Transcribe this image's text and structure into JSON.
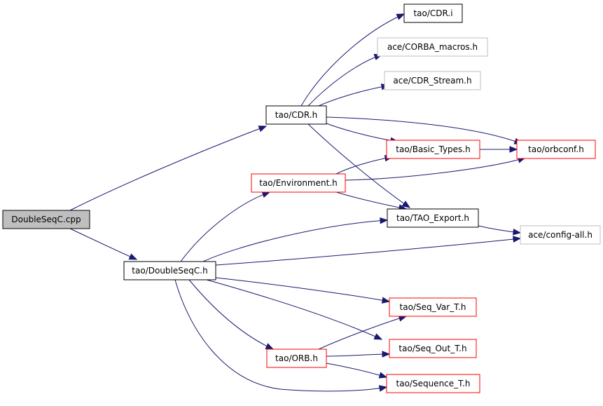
{
  "colors": {
    "edge": "#191970",
    "root_fill": "#bfbfbf",
    "node_fill": "#ffffff",
    "border_default": "#000000",
    "border_red": "#ff0000",
    "border_gray": "#bfbfbf"
  },
  "nodes": [
    {
      "id": "doubleseqc-cpp",
      "label": "DoubleSeqC.cpp",
      "style": "root"
    },
    {
      "id": "tao-doubleseqc-h",
      "label": "tao/DoubleSeqC.h",
      "style": "default"
    },
    {
      "id": "tao-cdr-h",
      "label": "tao/CDR.h",
      "style": "default"
    },
    {
      "id": "tao-cdr-i",
      "label": "tao/CDR.i",
      "style": "default"
    },
    {
      "id": "ace-corba-macros-h",
      "label": "ace/CORBA_macros.h",
      "style": "gray"
    },
    {
      "id": "ace-cdr-stream-h",
      "label": "ace/CDR_Stream.h",
      "style": "gray"
    },
    {
      "id": "tao-basic-types-h",
      "label": "tao/Basic_Types.h",
      "style": "red"
    },
    {
      "id": "tao-orbconf-h",
      "label": "tao/orbconf.h",
      "style": "red"
    },
    {
      "id": "tao-environment-h",
      "label": "tao/Environment.h",
      "style": "red"
    },
    {
      "id": "tao-tao-export-h",
      "label": "tao/TAO_Export.h",
      "style": "default"
    },
    {
      "id": "ace-config-all-h",
      "label": "ace/config-all.h",
      "style": "gray"
    },
    {
      "id": "tao-seq-var-t-h",
      "label": "tao/Seq_Var_T.h",
      "style": "red"
    },
    {
      "id": "tao-orb-h",
      "label": "tao/ORB.h",
      "style": "red"
    },
    {
      "id": "tao-seq-out-t-h",
      "label": "tao/Seq_Out_T.h",
      "style": "red"
    },
    {
      "id": "tao-sequence-t-h",
      "label": "tao/Sequence_T.h",
      "style": "red"
    }
  ],
  "edges": [
    {
      "from": "doubleseqc-cpp",
      "to": "tao-cdr-h"
    },
    {
      "from": "doubleseqc-cpp",
      "to": "tao-doubleseqc-h"
    },
    {
      "from": "tao-cdr-h",
      "to": "tao-cdr-i"
    },
    {
      "from": "tao-cdr-h",
      "to": "ace-corba-macros-h"
    },
    {
      "from": "tao-cdr-h",
      "to": "ace-cdr-stream-h"
    },
    {
      "from": "tao-cdr-h",
      "to": "tao-orbconf-h"
    },
    {
      "from": "tao-cdr-h",
      "to": "tao-basic-types-h"
    },
    {
      "from": "tao-cdr-h",
      "to": "tao-tao-export-h"
    },
    {
      "from": "tao-basic-types-h",
      "to": "tao-orbconf-h"
    },
    {
      "from": "tao-environment-h",
      "to": "tao-basic-types-h"
    },
    {
      "from": "tao-environment-h",
      "to": "tao-orbconf-h"
    },
    {
      "from": "tao-environment-h",
      "to": "tao-tao-export-h"
    },
    {
      "from": "tao-tao-export-h",
      "to": "ace-config-all-h"
    },
    {
      "from": "tao-doubleseqc-h",
      "to": "tao-environment-h"
    },
    {
      "from": "tao-doubleseqc-h",
      "to": "tao-tao-export-h"
    },
    {
      "from": "tao-doubleseqc-h",
      "to": "ace-config-all-h"
    },
    {
      "from": "tao-doubleseqc-h",
      "to": "tao-seq-var-t-h"
    },
    {
      "from": "tao-doubleseqc-h",
      "to": "tao-seq-out-t-h"
    },
    {
      "from": "tao-doubleseqc-h",
      "to": "tao-orb-h"
    },
    {
      "from": "tao-doubleseqc-h",
      "to": "tao-sequence-t-h"
    },
    {
      "from": "tao-orb-h",
      "to": "tao-seq-var-t-h"
    },
    {
      "from": "tao-orb-h",
      "to": "tao-seq-out-t-h"
    },
    {
      "from": "tao-orb-h",
      "to": "tao-sequence-t-h"
    }
  ]
}
